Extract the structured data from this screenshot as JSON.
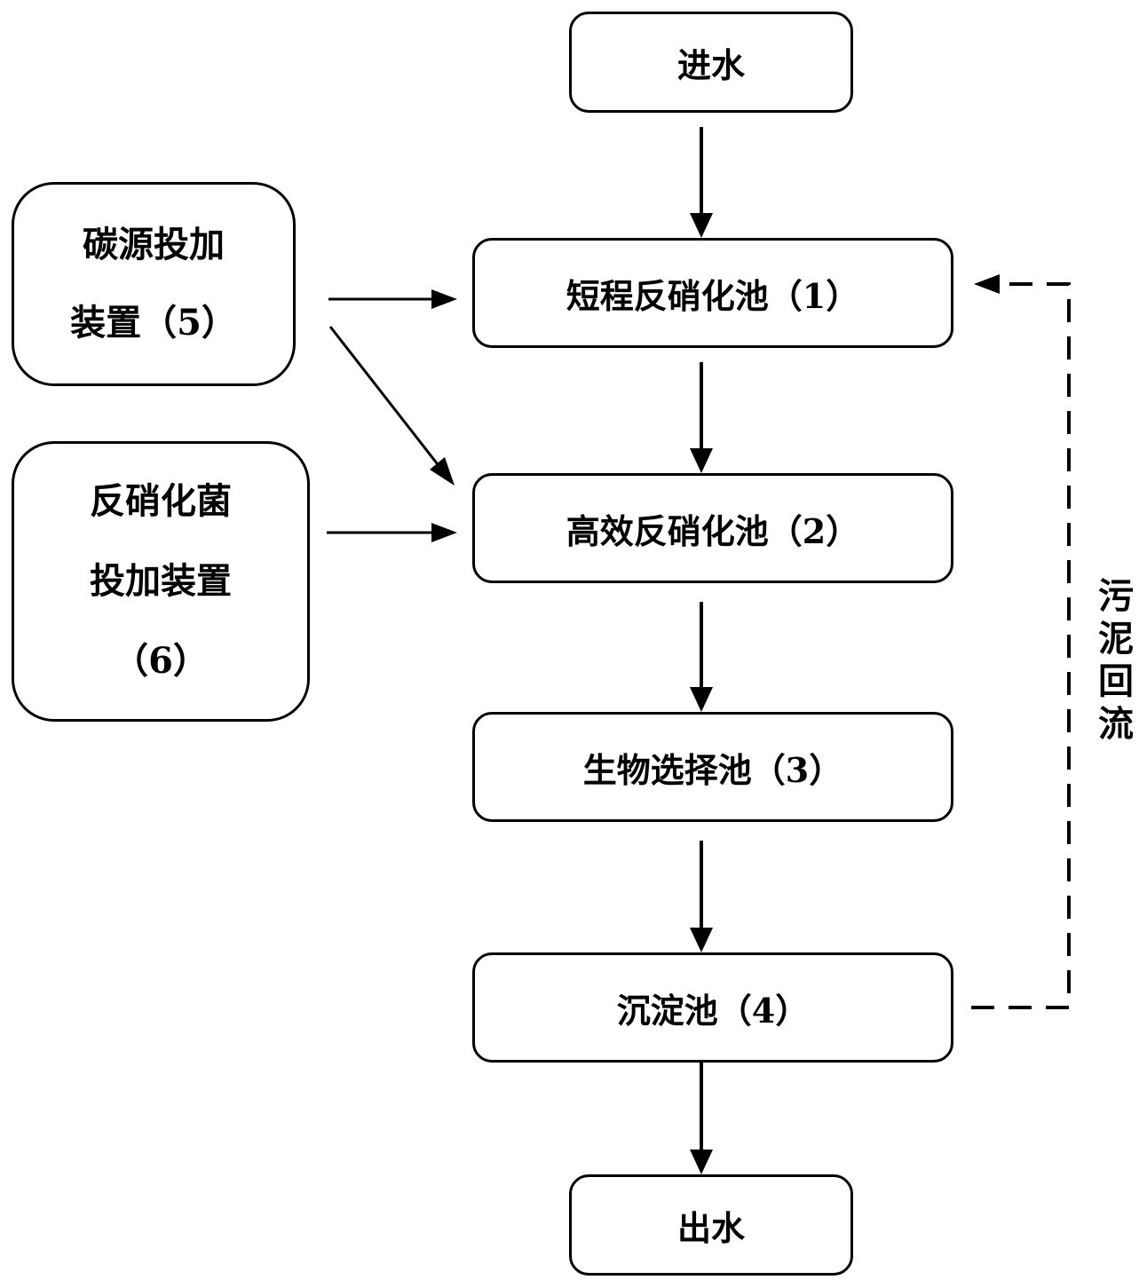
{
  "nodes": {
    "inlet": "进水",
    "pool1": "短程反硝化池（1）",
    "pool2": "高效反硝化池（2）",
    "pool3": "生物选择池（3）",
    "pool4": "沉淀池（4）",
    "outlet": "出水",
    "carbon_dosing": [
      "碳源投加",
      "装置（5）"
    ],
    "bacteria_dosing": [
      "反硝化菌",
      "投加装置",
      "（6）"
    ]
  },
  "sludge_return": [
    "污",
    "泥",
    "回",
    "流"
  ],
  "edges": [
    {
      "from": "inlet",
      "to": "pool1",
      "style": "solid"
    },
    {
      "from": "pool1",
      "to": "pool2",
      "style": "solid"
    },
    {
      "from": "pool2",
      "to": "pool3",
      "style": "solid"
    },
    {
      "from": "pool3",
      "to": "pool4",
      "style": "solid"
    },
    {
      "from": "pool4",
      "to": "outlet",
      "style": "solid"
    },
    {
      "from": "carbon_dosing",
      "to": "pool1",
      "style": "solid"
    },
    {
      "from": "carbon_dosing",
      "to": "pool2",
      "style": "solid"
    },
    {
      "from": "bacteria_dosing",
      "to": "pool2",
      "style": "solid"
    },
    {
      "from": "pool4",
      "to": "pool1",
      "style": "dashed",
      "label": "sludge_return"
    }
  ]
}
